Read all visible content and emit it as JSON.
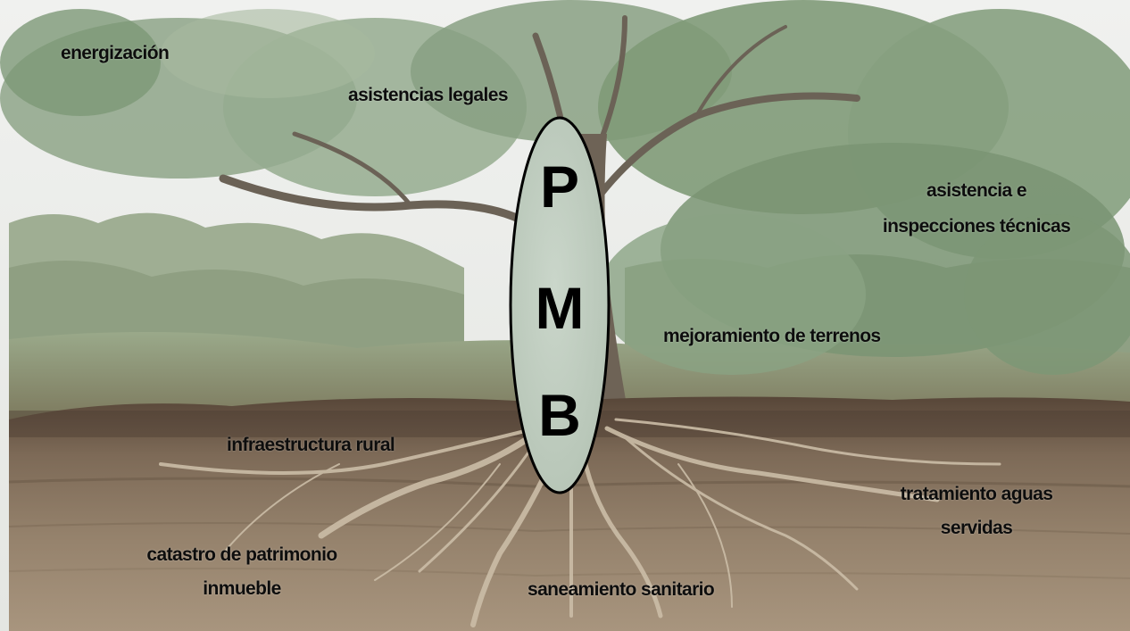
{
  "center_label": [
    "P",
    "M",
    "B"
  ],
  "labels": {
    "energizacion": "energización",
    "asistencias_legales": "asistencias legales",
    "asistencia_tecnica_line1": "asistencia e",
    "asistencia_tecnica_line2": "inspecciones técnicas",
    "mejoramiento_terrenos": "mejoramiento de terrenos",
    "infraestructura_rural": "infraestructura rural",
    "tratamiento_line1": "tratamiento aguas",
    "tratamiento_line2": "servidas",
    "catastro_line1": "catastro de patrimonio",
    "catastro_line2": "inmueble",
    "saneamiento_sanitario": "saneamiento sanitario"
  },
  "colors": {
    "sky": "#eef0ee",
    "foliage": "#7f9a78",
    "foliage_light": "#a9bca2",
    "trunk": "#6e6356",
    "soil_top": "#5a4a3c",
    "soil": "#8b7864",
    "soil_light": "#a38f78",
    "roots": "#c9bba5",
    "oval_fill": "#bfccbf",
    "oval_stroke": "#000000"
  }
}
